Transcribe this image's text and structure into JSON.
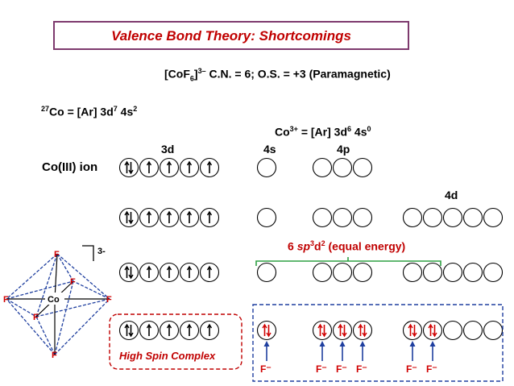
{
  "title": "Valence Bond Theory: Shortcomings",
  "complex_formula": {
    "main": "[CoF",
    "sub": "6",
    "end": "]",
    "sup": "3–",
    "rest": " C.N. = 6; O.S. = +3 (Paramagnetic)"
  },
  "co_config": {
    "mass": "27",
    "text": "Co = [Ar] 3d",
    "sup1": "7",
    "mid": " 4s",
    "sup2": "2"
  },
  "co3_config": {
    "text": "Co",
    "sup": "3+",
    "mid": " = [Ar] 3d",
    "sup1": "6",
    "mid2": " 4s",
    "sup2": "0"
  },
  "orbital_headers": {
    "d3": "3d",
    "s4": "4s",
    "p4": "4p",
    "d4": "4d"
  },
  "ion_label": "Co(III) ion",
  "hybrid_label": {
    "pre": "6 ",
    "sp": "sp",
    "sup1": "3",
    "d": "d",
    "sup2": "2",
    "post": " (equal energy)"
  },
  "charge_label": "3-",
  "spin_label": "High Spin Complex",
  "ligand_label": "F⁻",
  "octahedron": {
    "center": "Co",
    "atoms": [
      "F",
      "F",
      "F",
      "F",
      "F",
      "F"
    ]
  },
  "colors": {
    "title": "#c00000",
    "border": "#7e3a6e",
    "bracket": "#2ea043",
    "electrons_ligand": "#d00000",
    "arrow": "#1f3f9f",
    "dashed_red": "#c00000",
    "dashed_blue": "#1f3f9f"
  },
  "rows": [
    {
      "d3": [
        "paired",
        "up",
        "up",
        "up",
        "up"
      ],
      "s4": [
        "empty"
      ],
      "p4": [
        "empty",
        "empty",
        "empty"
      ]
    },
    {
      "d3": [
        "paired",
        "up",
        "up",
        "up",
        "up"
      ],
      "s4": [
        "empty"
      ],
      "p4": [
        "empty",
        "empty",
        "empty"
      ],
      "d4": [
        "empty",
        "empty",
        "empty",
        "empty",
        "empty"
      ]
    },
    {
      "d3": [
        "paired",
        "up",
        "up",
        "up",
        "up"
      ],
      "s4": [
        "empty"
      ],
      "p4": [
        "empty",
        "empty",
        "empty"
      ],
      "d4": [
        "empty",
        "empty",
        "empty",
        "empty",
        "empty"
      ]
    },
    {
      "d3": [
        "paired",
        "up",
        "up",
        "up",
        "up"
      ],
      "s4": [
        "ligand"
      ],
      "p4": [
        "ligand",
        "ligand",
        "ligand"
      ],
      "d4": [
        "ligand",
        "ligand",
        "empty",
        "empty",
        "empty"
      ]
    }
  ]
}
